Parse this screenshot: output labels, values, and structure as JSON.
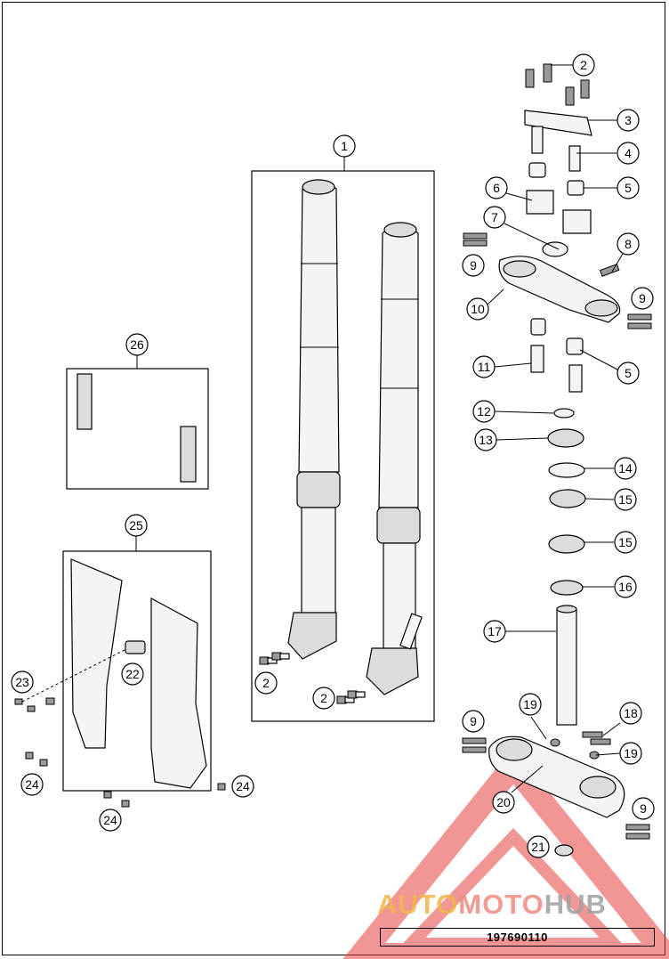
{
  "document_number": "197690110",
  "watermark": {
    "part_a": "AUTO",
    "part_b": "MOTO",
    "part_c": "HUB",
    "color_a": "#f0b54a",
    "color_b": "#f08a80",
    "color_c": "#a0a0a0",
    "triangle_color": "#e84040"
  },
  "callouts": [
    "1",
    "2",
    "2",
    "2",
    "3",
    "4",
    "5",
    "5",
    "6",
    "7",
    "8",
    "9",
    "9",
    "9",
    "9",
    "10",
    "11",
    "12",
    "13",
    "14",
    "15",
    "15",
    "16",
    "17",
    "18",
    "19",
    "19",
    "20",
    "21",
    "22",
    "23",
    "24",
    "24",
    "24",
    "25",
    "26"
  ]
}
